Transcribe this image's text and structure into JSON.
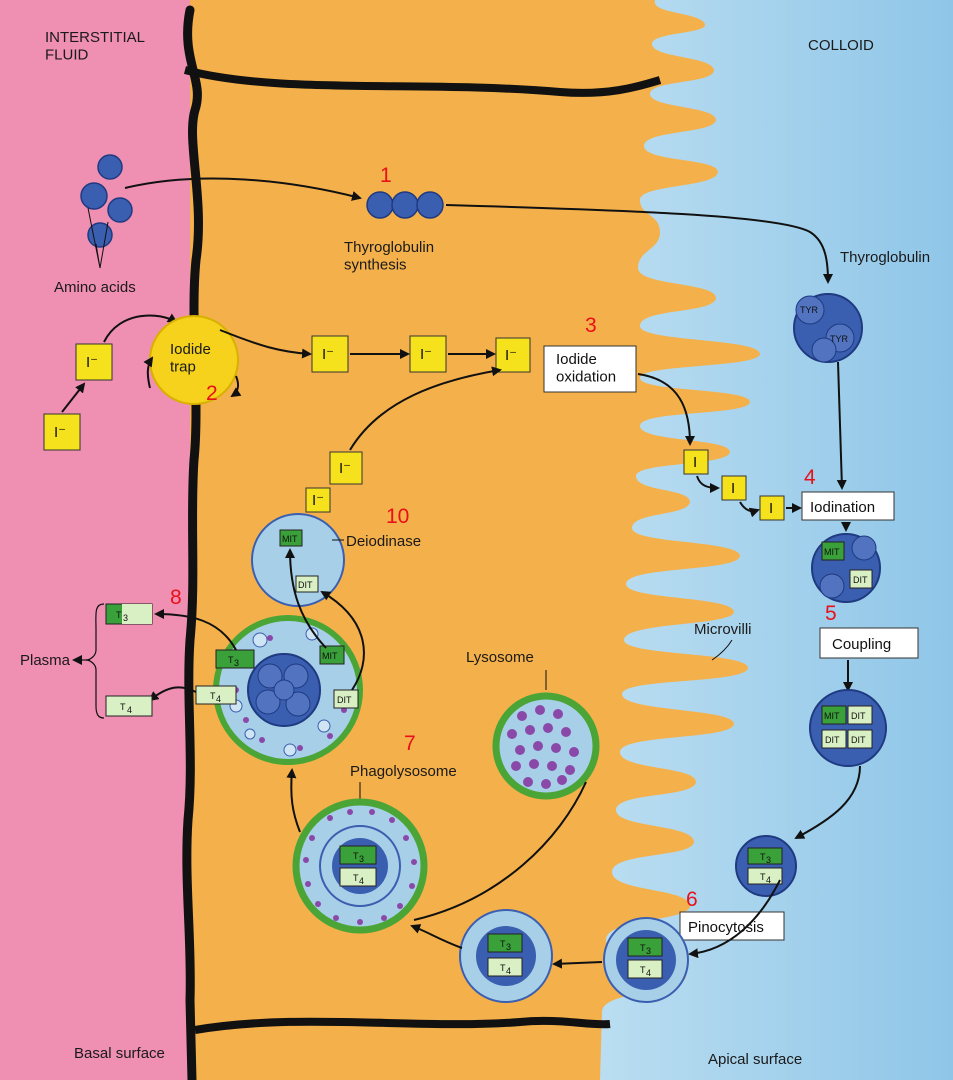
{
  "regions": {
    "interstitial": "INTERSTITIAL\nFLUID",
    "colloid": "COLLOID",
    "basal_surface": "Basal surface",
    "apical_surface": "Apical surface"
  },
  "labels": {
    "amino_acids": "Amino acids",
    "thyroglobulin_synthesis": "Thyroglobulin\nsynthesis",
    "thyroglobulin": "Thyroglobulin",
    "iodide_trap": "Iodide\ntrap",
    "deiodinase": "Deiodinase",
    "microvilli": "Microvilli",
    "lysosome": "Lysosome",
    "phagolysosome": "Phagolysosome",
    "plasma": "Plasma"
  },
  "steps": {
    "s1": "1",
    "s2": "2",
    "s3": "3",
    "s4": "4",
    "s5": "5",
    "s6": "6",
    "s7": "7",
    "s8": "8",
    "s10": "10"
  },
  "process_boxes": {
    "iodide_oxidation": "Iodide\noxidation",
    "iodination": "Iodination",
    "coupling": "Coupling",
    "pinocytosis": "Pinocytosis"
  },
  "molecules": {
    "iodide": "I⁻",
    "iodine": "I",
    "tyr": "TYR",
    "mit": "MIT",
    "dit": "DIT",
    "t3": "T",
    "t4": "T",
    "t3_sub": "3",
    "t4_sub": "4"
  },
  "colors": {
    "interstitial": "#ef8fb2",
    "cytoplasm": "#f4b04a",
    "colloid": "#a9d3ec",
    "membrane": "#111111",
    "iodide_box": "#f6e21c",
    "globule": "#3b5fb0",
    "vesicle": "#a8cfe8",
    "lysosome_ring": "#4aa536",
    "lysosome_dot": "#8a48a8",
    "t3_green": "#3aa03a",
    "t4_light": "#d9efc4",
    "step_number": "#e8101a"
  }
}
